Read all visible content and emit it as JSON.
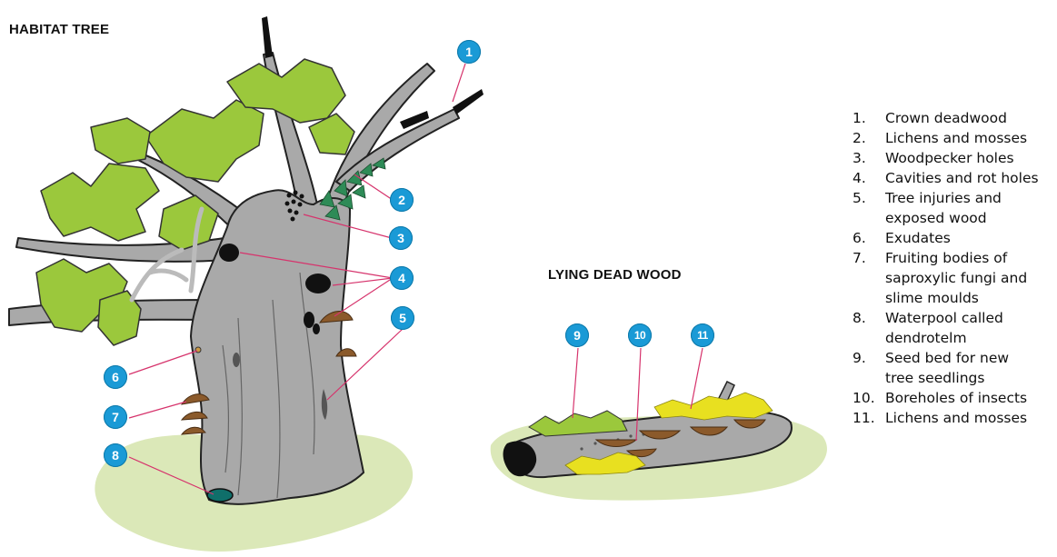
{
  "headings": {
    "habitat_tree": "HABITAT TREE",
    "lying_dead_wood": "LYING DEAD WOOD"
  },
  "badges": [
    "1",
    "2",
    "3",
    "4",
    "5",
    "6",
    "7",
    "8",
    "9",
    "10",
    "11"
  ],
  "legend": [
    {
      "num": "1.",
      "text": "Crown deadwood"
    },
    {
      "num": "2.",
      "text": "Lichens and mosses"
    },
    {
      "num": "3.",
      "text": "Woodpecker holes"
    },
    {
      "num": "4.",
      "text": "Cavities and rot holes"
    },
    {
      "num": "5.",
      "text": "Tree injuries and\nexposed wood"
    },
    {
      "num": "6.",
      "text": "Exudates"
    },
    {
      "num": "7.",
      "text": "Fruiting bodies of\nsaproxylic fungi and\nslime moulds"
    },
    {
      "num": "8.",
      "text": "Waterpool called\ndendrotelm"
    },
    {
      "num": "9.",
      "text": "Seed bed for new\ntree seedlings"
    },
    {
      "num": "10.",
      "text": "Boreholes of insects"
    },
    {
      "num": "11.",
      "text": "Lichens and mosses"
    }
  ],
  "colors": {
    "badge": "#1a9ad6",
    "leaf": "#9bc83c",
    "bark": "#a9a9a9",
    "ground": "#dbe8b8",
    "fungus": "#8b5a2b",
    "leader_line": "#d6336c",
    "yellow_lichen": "#e8e020"
  }
}
